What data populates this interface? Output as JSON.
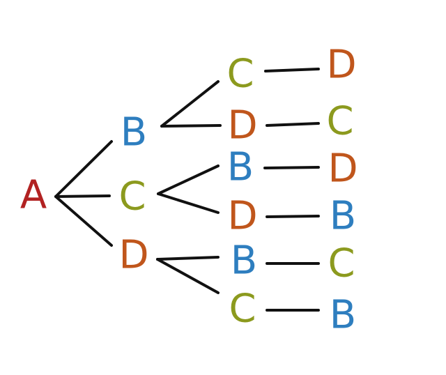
{
  "colors": {
    "A": "#b22222",
    "B": "#2e7ebf",
    "C": "#8c9a1e",
    "D": "#c0561c",
    "edge": "#111111"
  },
  "tree": {
    "root": "A",
    "level1": [
      "B",
      "C",
      "D"
    ],
    "level2": [
      "C",
      "D",
      "B",
      "D",
      "B",
      "C"
    ],
    "level3": [
      "D",
      "C",
      "D",
      "B",
      "C",
      "B"
    ]
  }
}
